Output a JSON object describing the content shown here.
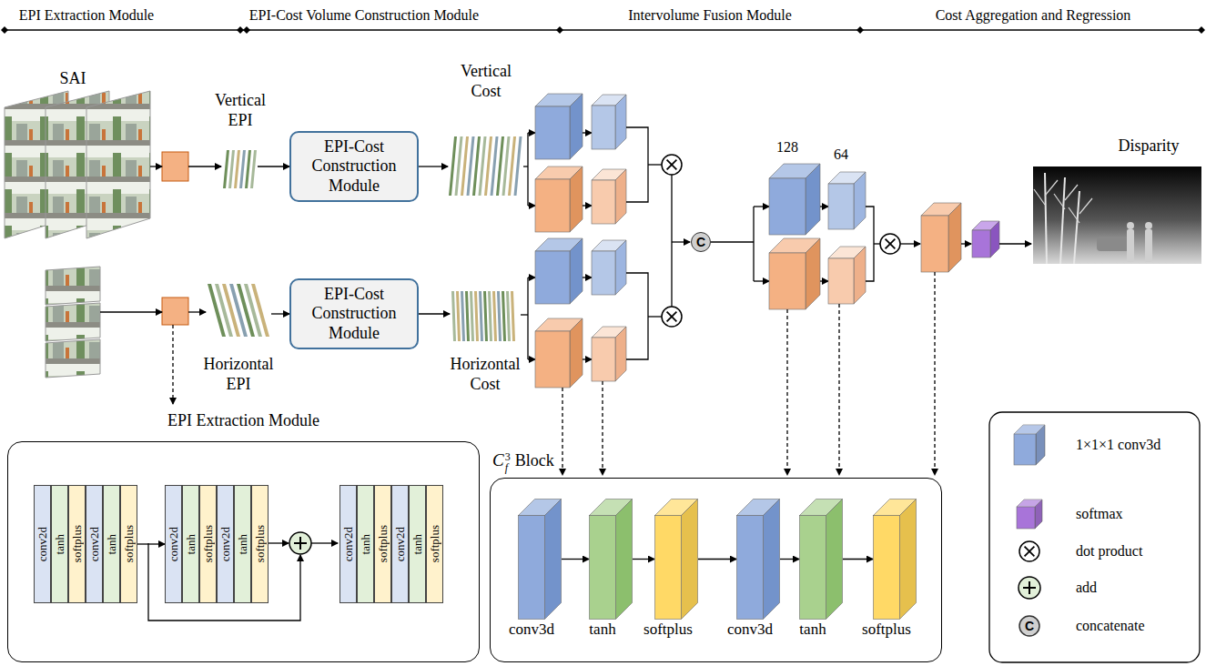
{
  "diagram": {
    "nodes": [
      {
        "text": [
          "EPI-Cost Construction Module"
        ]
      },
      {
        "text": [
          "EPI-Cost Construction Module"
        ]
      },
      {
        "text": [
          "C"
        ]
      },
      {
        "text": [
          "EPI Extraction Module"
        ]
      },
      {
        "text": [
          "conv2d"
        ],
        "in": 3
      },
      {
        "text": [
          "tanh"
        ],
        "in": 3
      },
      {
        "text": [
          "softplus"
        ],
        "in": 3
      },
      {
        "text": [
          "conv2d"
        ],
        "in": 3
      },
      {
        "text": [
          "tanh"
        ],
        "in": 3
      },
      {
        "text": [
          "softplus"
        ],
        "in": 3
      },
      {
        "text": [
          "conv2d"
        ],
        "in": 3
      },
      {
        "text": [
          "tanh"
        ],
        "in": 3
      },
      {
        "text": [
          "softplus"
        ],
        "in": 3
      },
      {
        "text": [
          "conv2d"
        ],
        "in": 3
      },
      {
        "text": [
          "tanh"
        ],
        "in": 3
      },
      {
        "text": [
          "softplus"
        ],
        "in": 3
      },
      {
        "text": [
          "conv2d"
        ],
        "in": 3
      },
      {
        "text": [
          "tanh"
        ],
        "in": 3
      },
      {
        "text": [
          "softplus"
        ],
        "in": 3
      },
      {
        "text": [
          "conv2d"
        ],
        "in": 3
      },
      {
        "text": [
          "tanh"
        ],
        "in": 3
      },
      {
        "text": [
          "softplus"
        ],
        "in": 3
      },
      {
        "text": [
          "C",
          "f",
          "3",
          "Block"
        ]
      },
      {
        "text": [
          "conv3d"
        ],
        "in": 22
      },
      {
        "text": [
          "tanh"
        ],
        "in": 22
      },
      {
        "text": [
          "softplus"
        ],
        "in": 22
      },
      {
        "text": [
          "conv3d"
        ],
        "in": 22
      },
      {
        "text": [
          "tanh"
        ],
        "in": 22
      },
      {
        "text": [
          "softplus"
        ],
        "in": 22
      }
    ],
    "edges": [
      {
        "from": 9,
        "to": 10,
        "arrow": "to"
      },
      {
        "from": 23,
        "to": 24,
        "arrow": "to"
      },
      {
        "from": 24,
        "to": 25,
        "arrow": "to"
      },
      {
        "from": 25,
        "to": 26,
        "arrow": "to"
      },
      {
        "from": 26,
        "to": 27,
        "arrow": "to"
      },
      {
        "from": 27,
        "to": 28,
        "arrow": "to"
      }
    ],
    "labels": [
      "EPI Extraction Module",
      "EPI-Cost Volume Construction Module",
      "Intervolume Fusion Module",
      "Cost Aggregation and Regression",
      "SAI",
      "Vertical EPI",
      "Horizontal EPI",
      "Vertical Cost",
      "Horizontal Cost",
      "128",
      "64",
      "Disparity",
      "C"
    ],
    "legend": [
      {
        "text": "1×1×1 conv3d",
        "color": "#8faadc"
      },
      {
        "text": "softmax",
        "color": "#a874d9"
      },
      {
        "text": "dot product"
      },
      {
        "text": "add"
      },
      {
        "text": "concatenate"
      }
    ]
  }
}
